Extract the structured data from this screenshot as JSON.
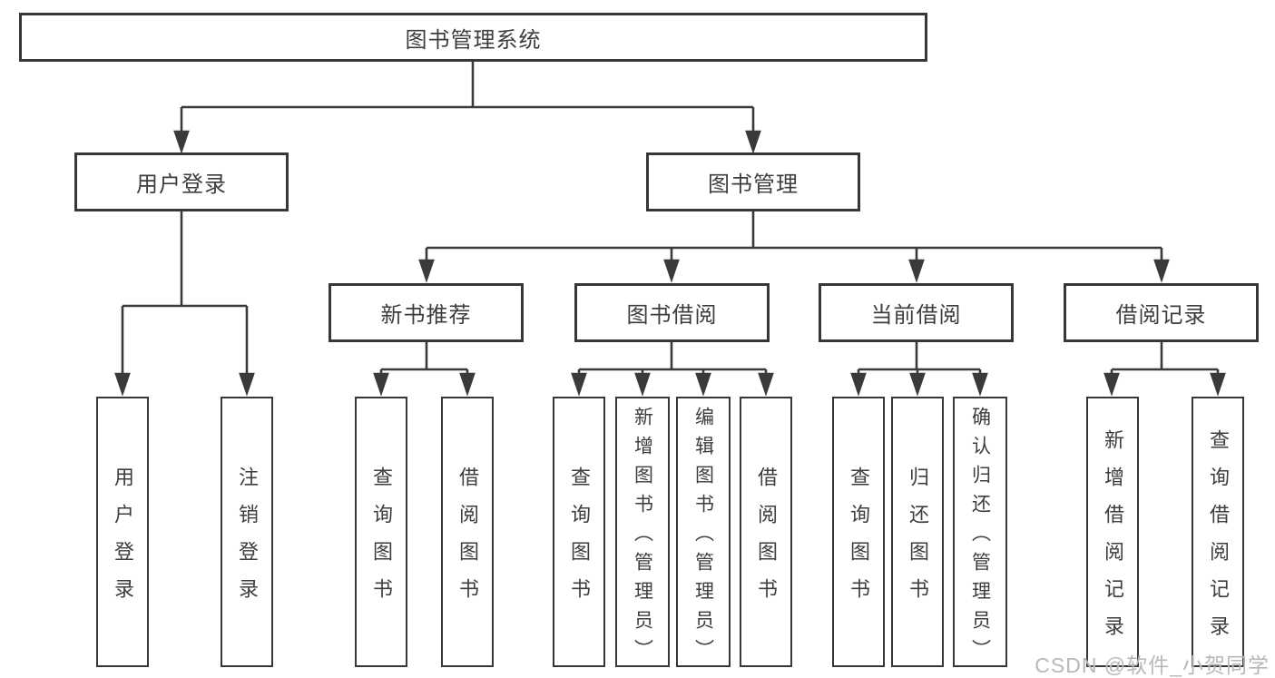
{
  "diagram": {
    "root": {
      "label": "图书管理系统"
    },
    "level1": [
      {
        "id": "user-login",
        "label": "用户登录"
      },
      {
        "id": "book-management",
        "label": "图书管理"
      }
    ],
    "level2": [
      {
        "id": "new-book-recommend",
        "label": "新书推荐"
      },
      {
        "id": "book-borrowing",
        "label": "图书借阅"
      },
      {
        "id": "current-borrowing",
        "label": "当前借阅"
      },
      {
        "id": "borrowing-records",
        "label": "借阅记录"
      }
    ],
    "leaves": [
      {
        "parent": "user-login",
        "label": "用户登录"
      },
      {
        "parent": "user-login",
        "label": "注销登录"
      },
      {
        "parent": "new-book-recommend",
        "label": "查询图书"
      },
      {
        "parent": "new-book-recommend",
        "label": "借阅图书"
      },
      {
        "parent": "book-borrowing",
        "label": "查询图书"
      },
      {
        "parent": "book-borrowing",
        "label": "新增图书（管理员）"
      },
      {
        "parent": "book-borrowing",
        "label": "编辑图书（管理员）"
      },
      {
        "parent": "book-borrowing",
        "label": "借阅图书"
      },
      {
        "parent": "current-borrowing",
        "label": "查询图书"
      },
      {
        "parent": "current-borrowing",
        "label": "归还图书"
      },
      {
        "parent": "current-borrowing",
        "label": "确认归还（管理员）"
      },
      {
        "parent": "borrowing-records",
        "label": "新增借阅记录"
      },
      {
        "parent": "borrowing-records",
        "label": "查询借阅记录"
      }
    ]
  },
  "watermark": {
    "text": "CSDN @软件_小贺同学"
  },
  "colors": {
    "line": "#3a3a3a",
    "border": "#373737",
    "text": "#3d3d3d",
    "background": "#ffffff",
    "watermark": "#b6b8bc"
  }
}
